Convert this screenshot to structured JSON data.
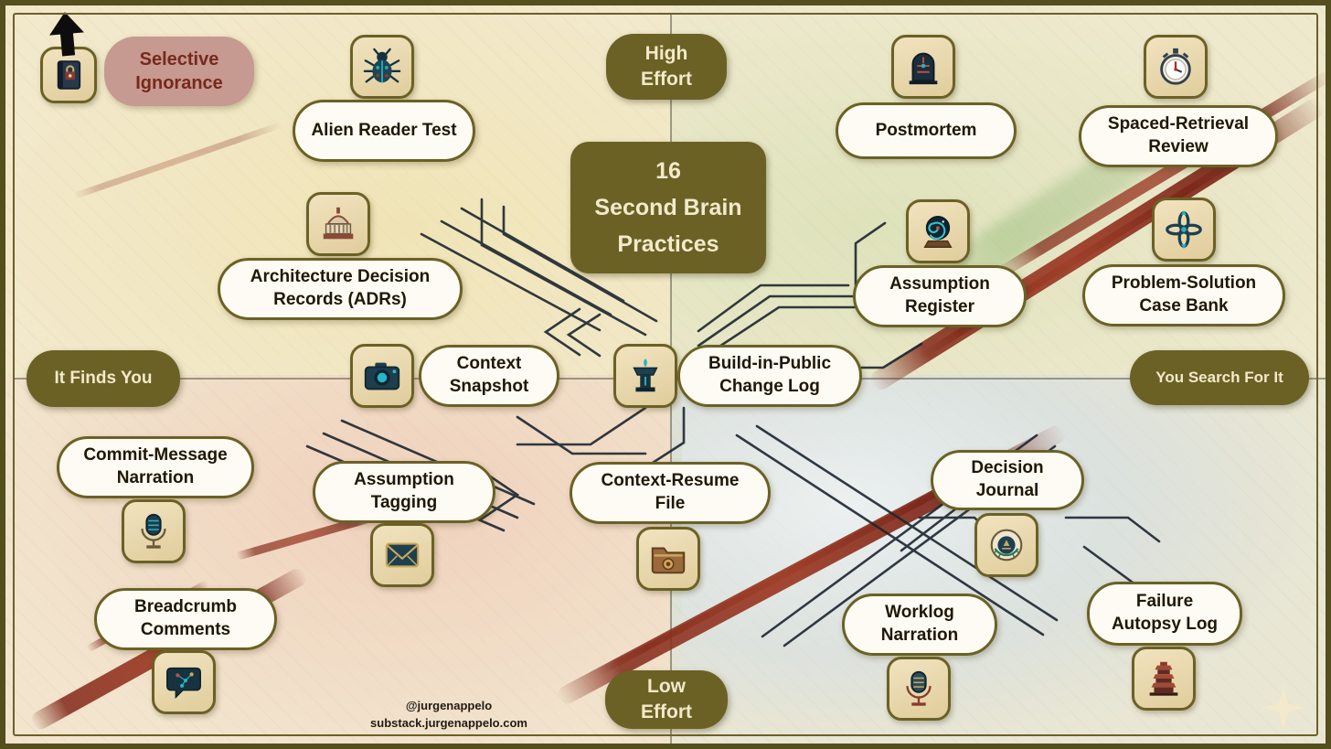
{
  "title": "16\nSecond Brain\nPractices",
  "axes": {
    "top": "High\nEffort",
    "bottom": "Low\nEffort",
    "left": "It Finds You",
    "right": "You Search For It"
  },
  "practices": [
    {
      "label": "Selective\nIgnorance",
      "icon": "book-icon"
    },
    {
      "label": "Alien Reader Test",
      "icon": "beetle-icon"
    },
    {
      "label": "Architecture Decision Records (ADRs)",
      "icon": "capitol-building-icon"
    },
    {
      "label": "Context Snapshot",
      "icon": "camera-icon"
    },
    {
      "label": "Commit-Message Narration",
      "icon": "microphone-icon"
    },
    {
      "label": "Breadcrumb Comments",
      "icon": "speech-bubble-icon"
    },
    {
      "label": "Assumption Tagging",
      "icon": "envelope-icon"
    },
    {
      "label": "Context-Resume File",
      "icon": "folder-icon"
    },
    {
      "label": "Build-in-Public Change Log",
      "icon": "lectern-icon"
    },
    {
      "label": "Postmortem",
      "icon": "tombstone-icon"
    },
    {
      "label": "Spaced-Retrieval Review",
      "icon": "stopwatch-icon"
    },
    {
      "label": "Assumption Register",
      "icon": "crystal-ball-icon"
    },
    {
      "label": "Problem-Solution Case Bank",
      "icon": "celtic-knot-icon"
    },
    {
      "label": "Decision Journal",
      "icon": "laurel-emblem-icon"
    },
    {
      "label": "Worklog Narration",
      "icon": "microphone-icon"
    },
    {
      "label": "Failure Autopsy Log",
      "icon": "tower-icon"
    }
  ],
  "footer": {
    "handle": "@jurgenappelo",
    "site": "substack.jurgenappelo.com"
  },
  "colors": {
    "olive": "#6b6125",
    "cream": "#f2ead2",
    "pill_bg": "#fdfbf3",
    "rose_bg": "#c69a90",
    "rose_text": "#77291a",
    "brush_red": "#8e3323",
    "ink": "#1f1708"
  }
}
